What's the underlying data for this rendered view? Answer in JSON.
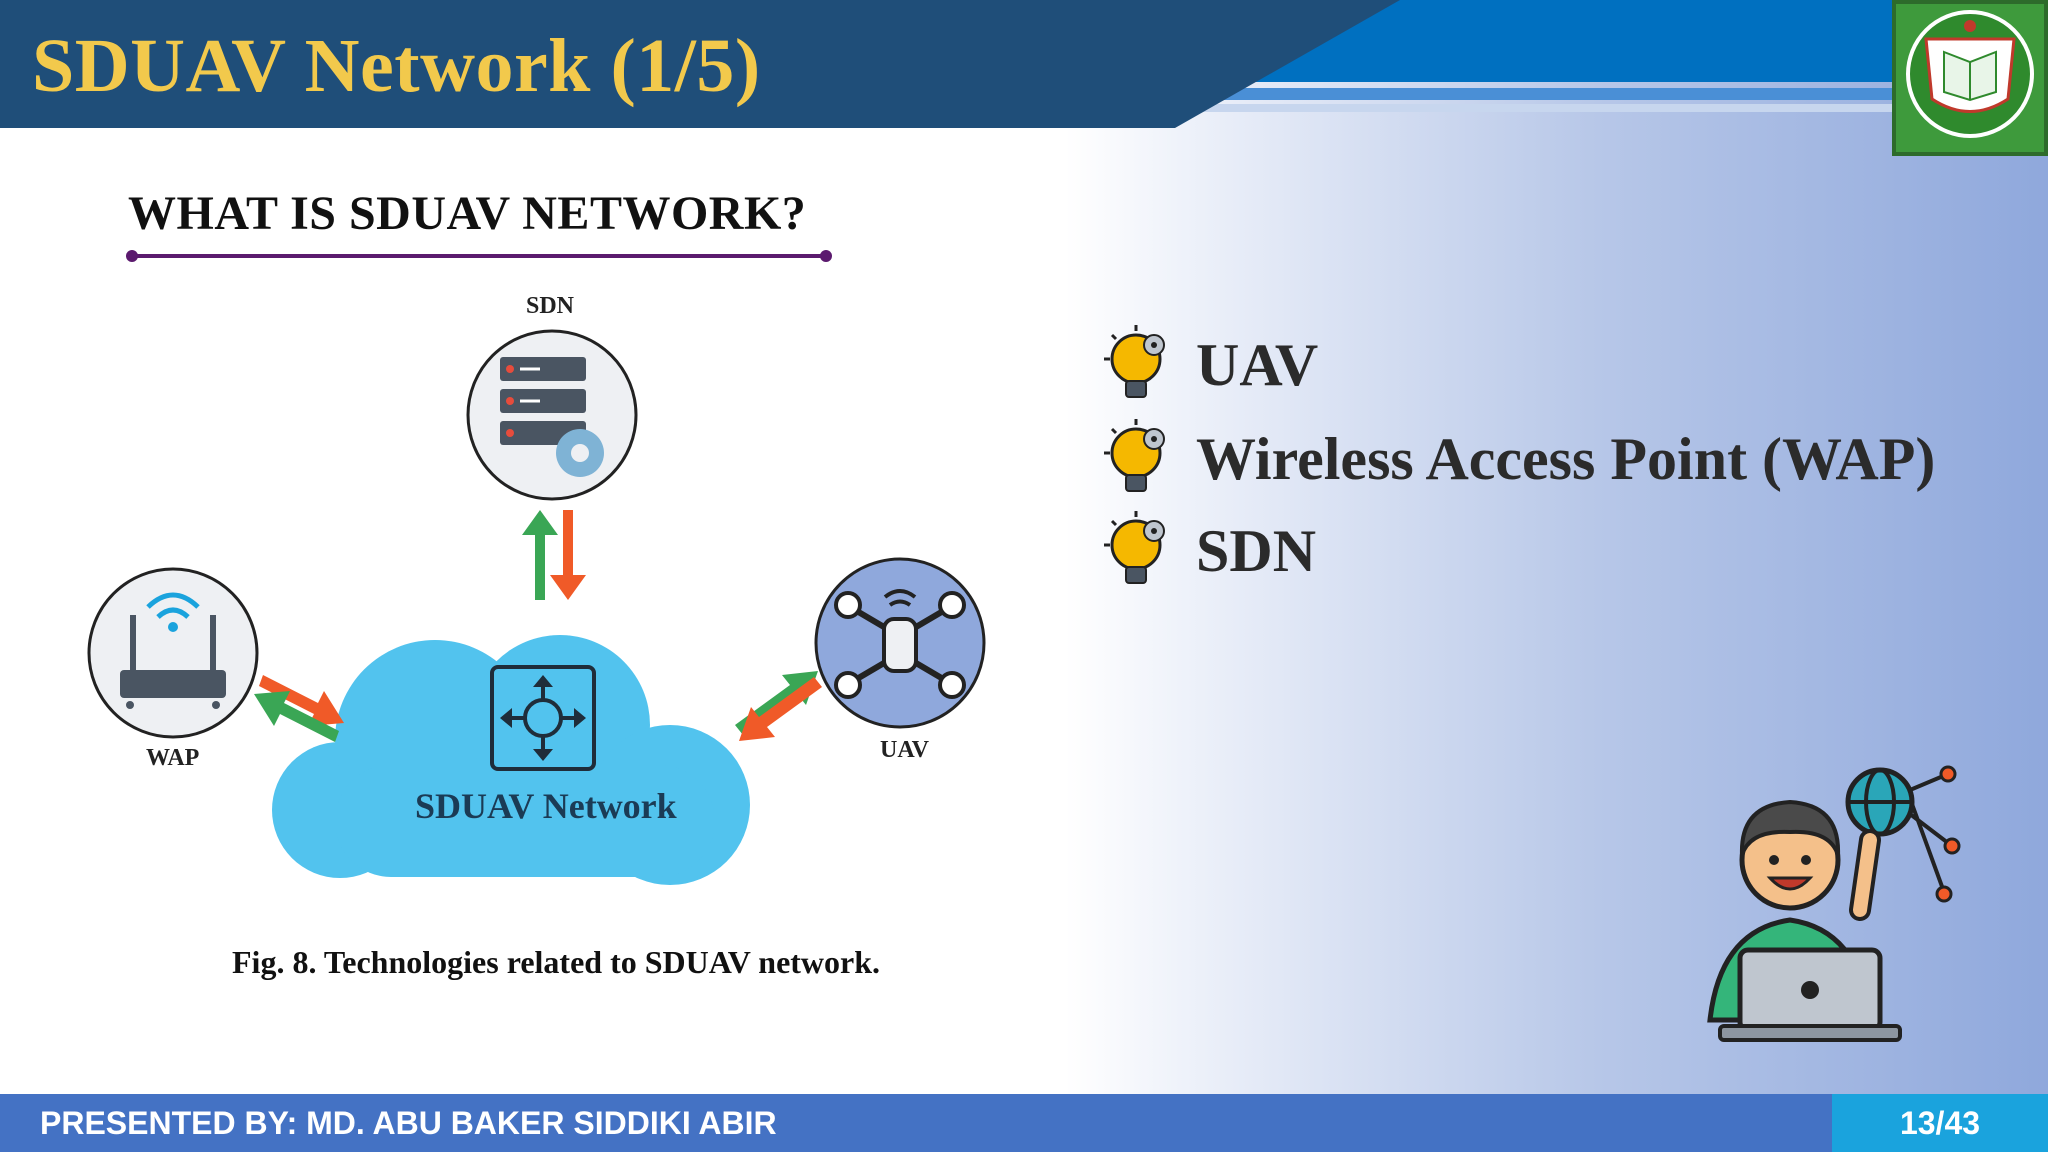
{
  "slide": {
    "title": "SDUAV Network (1/5)",
    "section_heading": "WHAT IS SDUAV NETWORK?"
  },
  "figure": {
    "labels": {
      "sdn": "SDN",
      "wap": "WAP",
      "uav": "UAV",
      "center": "SDUAV Network"
    },
    "caption": "Fig. 8. Technologies related to SDUAV network."
  },
  "bullets": [
    {
      "text": "UAV",
      "icon": "lightbulb-gear-icon"
    },
    {
      "text": "Wireless Access Point (WAP)",
      "icon": "lightbulb-gear-icon"
    },
    {
      "text": "SDN",
      "icon": "lightbulb-gear-icon"
    }
  ],
  "footer": {
    "presenter": "PRESENTED BY: MD. ABU BAKER SIDDIKI ABIR",
    "page": "13/43"
  },
  "colors": {
    "header_dark": "#1f4e79",
    "header_light": "#0070c0",
    "title_text": "#f2c94c",
    "underline": "#5b1a6e",
    "footer": "#4472c4",
    "page_box": "#1aa3dd",
    "cloud": "#52c3ee"
  }
}
